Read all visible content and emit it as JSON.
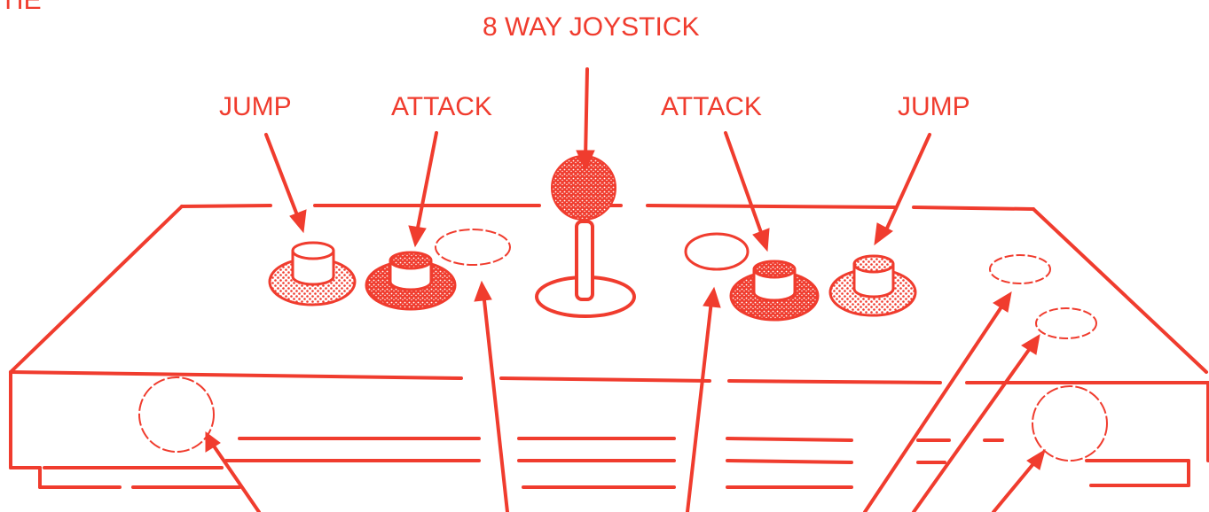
{
  "labels": {
    "top_left_fragment": "TIE",
    "joystick": "8 WAY JOYSTICK",
    "p1_jump": "JUMP",
    "p1_attack": "ATTACK",
    "p2_attack": "ATTACK",
    "p2_jump": "JUMP"
  },
  "colors": {
    "ink": "#f03c2e",
    "background": "#ffffff"
  },
  "icons": {
    "joystick": "joystick-icon",
    "button": "arcade-button-icon"
  }
}
